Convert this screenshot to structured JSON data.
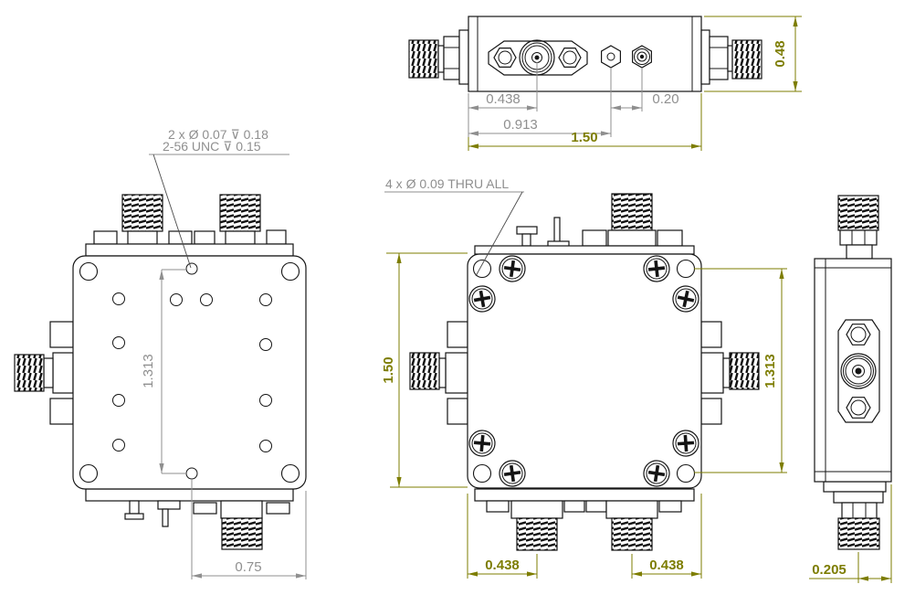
{
  "drawing": {
    "type": "mechanical-outline-drawing",
    "colors": {
      "line": "#151515",
      "dim_gray": "#8f8f8f",
      "dim_olive": "#7d7d00"
    },
    "views": {
      "side": {
        "dims": {
          "left_to_port": "0.438",
          "left_to_standoff": "0.913",
          "standoff_to_pin": "0.20",
          "overall_length": "1.50",
          "overall_height": "0.48"
        }
      },
      "bottom": {
        "dims": {
          "hole_span": "1.313",
          "center_to_edge": "0.75"
        },
        "note": {
          "line1": "2 x Ø 0.07 ⊽ 0.18",
          "line2": "2-56 UNC ⊽ 0.15"
        }
      },
      "top": {
        "dims": {
          "overall": "1.50",
          "hole_span": "1.313",
          "left_port": "0.438",
          "right_port": "0.438"
        },
        "note": "4 x Ø 0.09 THRU ALL"
      },
      "end": {
        "dims": {
          "port_to_edge": "0.205"
        }
      }
    }
  }
}
